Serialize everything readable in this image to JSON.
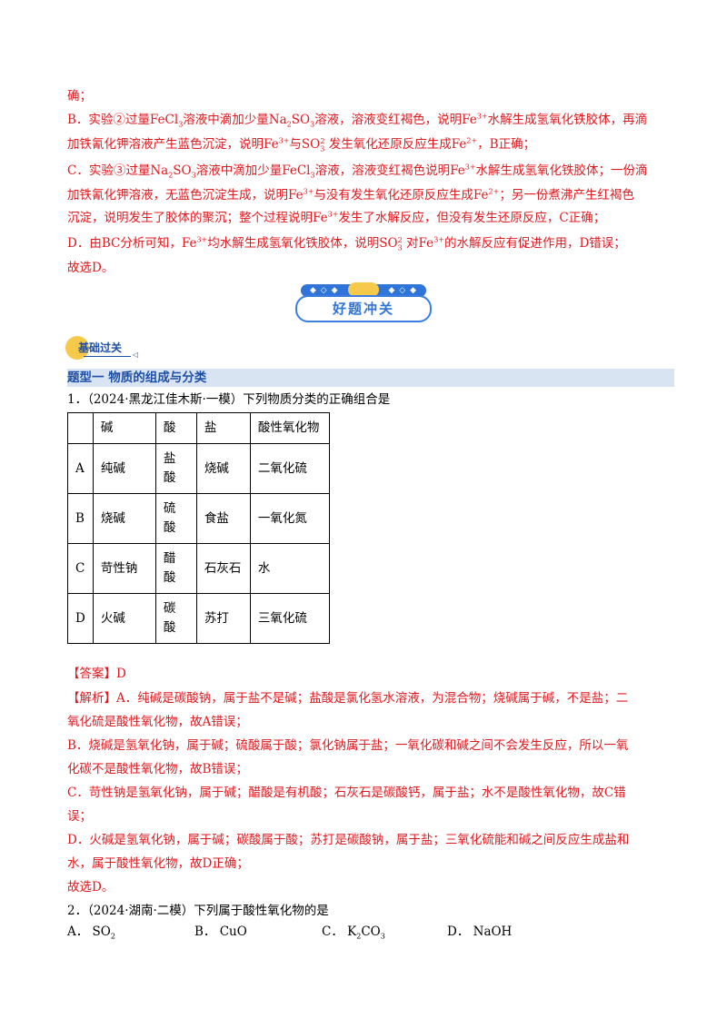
{
  "analysis_prev": {
    "l1": "确；",
    "b_l1_a": "B．实验②过量FeCl",
    "b_l1_sub": "3",
    "b_l1_b": "溶液中滴加少量Na",
    "b_l1_sub2": "2",
    "b_l1_c": "SO",
    "b_l1_sub3": "3",
    "b_l1_d": "溶液，溶液变红褐色，说明Fe",
    "b_l1_sup": "3+",
    "b_l1_e": "水解生成氢氧化铁胶体，再滴",
    "b_l2_a": "加铁氰化钾溶液产生蓝色沉淀，说明Fe",
    "b_l2_sup": "3+",
    "b_l2_b": "与SO",
    "b_l2_sup2": "2",
    "b_l2_sub": "3",
    "b_l2_c": " 发生氧化还原反应生成Fe",
    "b_l2_sup3": "2+",
    "b_l2_d": "，B正确；",
    "c_l1_a": "C．实验③过量Na",
    "c_l1_sub": "2",
    "c_l1_b": "SO",
    "c_l1_sub2": "3",
    "c_l1_c": "溶液中滴加少量FeCl",
    "c_l1_sub3": "3",
    "c_l1_d": "溶液，溶液变红褐色说明Fe",
    "c_l1_sup": "3+",
    "c_l1_e": "水解生成氢氧化铁胶体；一份滴",
    "c_l2_a": "加铁氰化钾溶液，无蓝色沉淀生成，说明Fe",
    "c_l2_sup": "3+",
    "c_l2_b": "与没有发生氧化还原反应生成Fe",
    "c_l2_sup2": "2+",
    "c_l2_c": "；另一份煮沸产生红褐色",
    "c_l3_a": "沉淀，说明发生了胶体的聚沉；整个过程说明Fe",
    "c_l3_sup": "3+",
    "c_l3_b": "发生了水解反应，但没有发生还原反应，C正确；",
    "d_l1_a": "D．由BC分析可知，Fe",
    "d_l1_sup": "3+",
    "d_l1_b": "均水解生成氢氧化铁胶体，说明SO",
    "d_l1_sup2": "2",
    "d_l1_sub": "3",
    "d_l1_c": " 对Fe",
    "d_l1_sup3": "3+",
    "d_l1_d": "的水解反应有促进作用，D错误；",
    "conclusion": "故选D。"
  },
  "section_badge": {
    "label": "好题冲关",
    "ornament_left": "◆ ◇ ◆",
    "ornament_right": "◆ ◇ ◆"
  },
  "sub_badge": {
    "label": "基础过关"
  },
  "type_header": "题型一  物质的组成与分类",
  "q1": {
    "stem": "1．（2024·黑龙江佳木斯·一模）下列物质分类的正确组合是",
    "headers": [
      "",
      "碱",
      "酸",
      "盐",
      "酸性氧化物"
    ],
    "rows": [
      [
        "A",
        "纯碱",
        "盐\n酸",
        "烧碱",
        "二氧化硫"
      ],
      [
        "B",
        "烧碱",
        "硫\n酸",
        "食盐",
        "一氧化氮"
      ],
      [
        "C",
        "苛性钠",
        "醋\n酸",
        "石灰石",
        "水"
      ],
      [
        "D",
        "火碱",
        "碳\n酸",
        "苏打",
        "三氧化硫"
      ]
    ],
    "answer": "【答案】D",
    "analysis_label": "【解析】",
    "a_l1": "A．纯碱是碳酸钠，属于盐不是碱；盐酸是氯化氢水溶液，为混合物；烧碱属于碱，不是盐；二",
    "a_l2": "氧化硫是酸性氧化物，故A错误；",
    "b_l1": "B．烧碱是氢氧化钠，属于碱；硫酸属于酸；氯化钠属于盐；一氧化碳和碱之间不会发生反应，所以一氧",
    "b_l2": "化碳不是酸性氧化物，故B错误；",
    "c_l1": " C．苛性钠是氢氧化钠，属于碱；醋酸是有机酸；石灰石是碳酸钙，属于盐；水不是酸性氧化物，故C错",
    "c_l2": "误；",
    "d_l1": " D．火碱是氢氧化钠，属于碱；碳酸属于酸；苏打是碳酸钠，属于盐；三氧化硫能和碱之间反应生成盐和",
    "d_l2": "水，属于酸性氧化物，故D正确；",
    "conclusion": "故选D。"
  },
  "q2": {
    "stem": "2．（2024·湖南·二模）下列属于酸性氧化物的是",
    "options": [
      {
        "label": "A．",
        "formula": "SO",
        "sub": "2",
        "formula2": "",
        "sub2": ""
      },
      {
        "label": "B．",
        "formula": "CuO",
        "sub": "",
        "formula2": "",
        "sub2": ""
      },
      {
        "label": "C．",
        "formula": "K",
        "sub": "2",
        "formula2": "CO",
        "sub2": "3"
      },
      {
        "label": "D．",
        "formula": "NaOH",
        "sub": "",
        "formula2": "",
        "sub2": ""
      }
    ]
  }
}
